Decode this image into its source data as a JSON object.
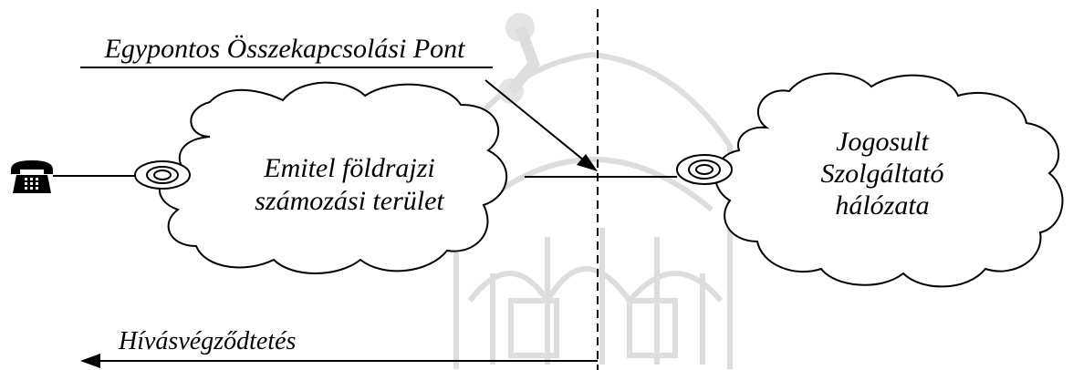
{
  "diagram": {
    "title_label": "Egypontos Összekapcsolási Pont",
    "left_cloud_line1": "Emitel földrajzi",
    "left_cloud_line2": "számozási terület",
    "right_cloud_line1": "Jogosult",
    "right_cloud_line2": "Szolgáltató",
    "right_cloud_line3": "hálózata",
    "bottom_label": "Hívásvégződtetés",
    "phone_icon": "telephone-icon",
    "watermark": "hungarian-holy-crown-watermark"
  },
  "colors": {
    "ink": "#000000",
    "watermark": "#d9d9d9",
    "background": "#ffffff"
  }
}
